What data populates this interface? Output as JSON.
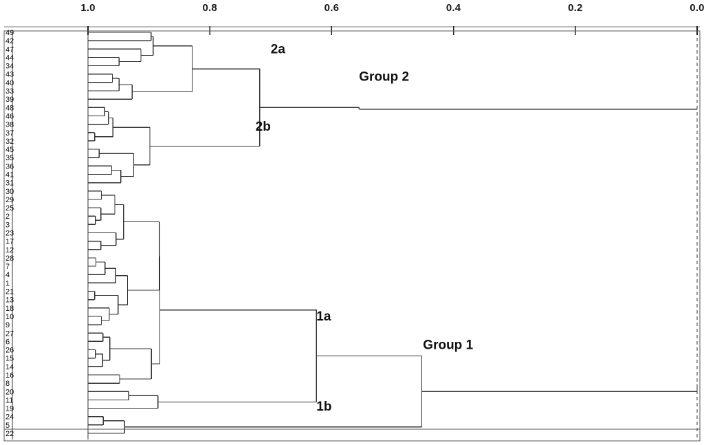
{
  "axis": {
    "ticks": [
      {
        "label": "1.0",
        "value": 1.0
      },
      {
        "label": "0.8",
        "value": 0.8
      },
      {
        "label": "0.6",
        "value": 0.6
      },
      {
        "label": "0.4",
        "value": 0.4
      },
      {
        "label": "0.2",
        "value": 0.2
      },
      {
        "label": "0.0",
        "value": 0.0
      }
    ],
    "direction": "right-to-left",
    "min": 0.0,
    "max": 1.0,
    "title": ""
  },
  "chart_data": {
    "type": "dendrogram",
    "title": "",
    "xlabel": "",
    "ylabel": "",
    "xlim": [
      1.0,
      0.0
    ],
    "orientation": "horizontal-right-to-left",
    "grid": false,
    "leaf_count": 49,
    "leaves": [
      "49",
      "42",
      "47",
      "44",
      "34",
      "43",
      "40",
      "33",
      "39",
      "48",
      "46",
      "38",
      "37",
      "32",
      "45",
      "35",
      "36",
      "41",
      "31",
      "30",
      "29",
      "25",
      "2",
      "3",
      "23",
      "17",
      "12",
      "28",
      "7",
      "4",
      "1",
      "21",
      "13",
      "18",
      "10",
      "9",
      "27",
      "6",
      "26",
      "15",
      "14",
      "16",
      "8",
      "20",
      "11",
      "19",
      "24",
      "5",
      "22"
    ],
    "annotations": [
      {
        "text": "2a",
        "similarity": 0.7,
        "leaf_index": 2.0
      },
      {
        "text": "Group 2",
        "similarity": 0.555,
        "leaf_index": 5.3
      },
      {
        "text": "2b",
        "similarity": 0.725,
        "leaf_index": 11.3
      },
      {
        "text": "1a",
        "similarity": 0.625,
        "leaf_index": 34.0
      },
      {
        "text": "Group 1",
        "similarity": 0.45,
        "leaf_index": 37.4
      },
      {
        "text": "1b",
        "similarity": 0.625,
        "leaf_index": 44.8
      }
    ],
    "links": [
      {
        "id": "n1",
        "left": "49",
        "right": "42",
        "similarity": 0.8965
      },
      {
        "id": "n2",
        "left": "44",
        "right": "34",
        "similarity": 0.949
      },
      {
        "id": "n3",
        "left": "47",
        "right": "n2",
        "similarity": 0.913
      },
      {
        "id": "n4",
        "left": "n1",
        "right": "n3",
        "similarity": 0.893
      },
      {
        "id": "n5",
        "left": "43",
        "right": "40",
        "similarity": 0.96
      },
      {
        "id": "n6",
        "left": "n5",
        "right": "33",
        "similarity": 0.949
      },
      {
        "id": "n7",
        "left": "n6",
        "right": "39",
        "similarity": 0.9275
      },
      {
        "id": "n8",
        "left": "n4",
        "right": "n7",
        "similarity": 0.829
      },
      {
        "id": "n9",
        "left": "48",
        "right": "46",
        "similarity": 0.9725
      },
      {
        "id": "n10",
        "left": "n9",
        "right": "38",
        "similarity": 0.9665
      },
      {
        "id": "n11",
        "left": "37",
        "right": "32",
        "similarity": 0.989
      },
      {
        "id": "n12",
        "left": "n10",
        "right": "n11",
        "similarity": 0.959
      },
      {
        "id": "n13",
        "left": "45",
        "right": "35",
        "similarity": 0.9815
      },
      {
        "id": "n14",
        "left": "36",
        "right": "41",
        "similarity": 0.961
      },
      {
        "id": "n15",
        "left": "n14",
        "right": "31",
        "similarity": 0.946
      },
      {
        "id": "n16",
        "left": "n13",
        "right": "n15",
        "similarity": 0.925
      },
      {
        "id": "n17",
        "left": "n12",
        "right": "n16",
        "similarity": 0.8985
      },
      {
        "id": "n18",
        "left": "n8",
        "right": "n17",
        "similarity": 0.718
      },
      {
        "id": "n19",
        "left": "n18",
        "right": "root2-stub",
        "similarity": 0.555
      },
      {
        "id": "n20",
        "left": "30",
        "right": "29",
        "similarity": 0.978
      },
      {
        "id": "n21",
        "left": "2",
        "right": "3",
        "similarity": 0.988
      },
      {
        "id": "n22",
        "left": "n21",
        "right": "25",
        "similarity": 0.979
      },
      {
        "id": "n23",
        "left": "n20",
        "right": "n22",
        "similarity": 0.956
      },
      {
        "id": "n24",
        "left": "17",
        "right": "12",
        "similarity": 0.979
      },
      {
        "id": "n25",
        "left": "n24",
        "right": "23",
        "similarity": 0.954
      },
      {
        "id": "n26",
        "left": "n23",
        "right": "n25",
        "similarity": 0.9415
      },
      {
        "id": "n27",
        "left": "28",
        "right": "7",
        "similarity": 0.987
      },
      {
        "id": "n28",
        "left": "n27",
        "right": "4",
        "similarity": 0.972
      },
      {
        "id": "n29",
        "left": "n28",
        "right": "1",
        "similarity": 0.9545
      },
      {
        "id": "n30",
        "left": "21",
        "right": "13",
        "similarity": 0.989
      },
      {
        "id": "n31",
        "left": "10",
        "right": "9",
        "similarity": 0.978
      },
      {
        "id": "n32",
        "left": "n31",
        "right": "18",
        "similarity": 0.965
      },
      {
        "id": "n33",
        "left": "n30",
        "right": "n32",
        "similarity": 0.9505
      },
      {
        "id": "n34",
        "left": "n29",
        "right": "n33",
        "similarity": 0.935
      },
      {
        "id": "n35",
        "left": "n26",
        "right": "n34",
        "similarity": 0.883
      },
      {
        "id": "n36",
        "left": "27",
        "right": "6",
        "similarity": 0.9755
      },
      {
        "id": "n37",
        "left": "26",
        "right": "15",
        "similarity": 0.988
      },
      {
        "id": "n38",
        "left": "n37",
        "right": "14",
        "similarity": 0.976
      },
      {
        "id": "n39",
        "left": "n36",
        "right": "n38",
        "similarity": 0.964
      },
      {
        "id": "n40",
        "left": "16",
        "right": "8",
        "similarity": 0.948
      },
      {
        "id": "n41",
        "left": "n39",
        "right": "n40",
        "similarity": 0.896
      },
      {
        "id": "n42",
        "left": "n35",
        "right": "n41",
        "similarity": 0.882
      },
      {
        "id": "n43",
        "left": "20",
        "right": "11",
        "similarity": 0.933
      },
      {
        "id": "n44",
        "left": "n43",
        "right": "19",
        "similarity": 0.885
      },
      {
        "id": "n45",
        "left": "24",
        "right": "5",
        "similarity": 0.975
      },
      {
        "id": "n46",
        "left": "n45",
        "right": "22",
        "similarity": 0.94
      },
      {
        "id": "n47",
        "left": "n42",
        "right": "n44",
        "similarity": 0.625
      },
      {
        "id": "n48",
        "left": "n47",
        "right": "n46",
        "similarity": 0.452
      },
      {
        "id": "n49",
        "left": "n48",
        "right": "root1-stub",
        "similarity": 0.0
      }
    ],
    "groups": [
      {
        "name": "Group 2",
        "root_similarity": 0.555,
        "members": [
          "49",
          "42",
          "47",
          "44",
          "34",
          "43",
          "40",
          "33",
          "39",
          "48",
          "46",
          "38",
          "37",
          "32",
          "45",
          "35",
          "36",
          "41",
          "31"
        ]
      },
      {
        "name": "Group 1",
        "root_similarity": 0.452,
        "members": [
          "30",
          "29",
          "25",
          "2",
          "3",
          "23",
          "17",
          "12",
          "28",
          "7",
          "4",
          "1",
          "21",
          "13",
          "18",
          "10",
          "9",
          "27",
          "6",
          "26",
          "15",
          "14",
          "16",
          "8",
          "20",
          "11",
          "19",
          "24",
          "5",
          "22"
        ]
      }
    ],
    "subclusters": [
      {
        "name": "2a",
        "root_similarity": 0.829,
        "members": [
          "49",
          "42",
          "47",
          "44",
          "34",
          "43",
          "40",
          "33",
          "39"
        ]
      },
      {
        "name": "2b",
        "root_similarity": 0.8985,
        "members": [
          "48",
          "46",
          "38",
          "37",
          "32",
          "45",
          "35",
          "36",
          "41",
          "31"
        ]
      },
      {
        "name": "1a",
        "root_similarity": 0.625,
        "members": [
          "30",
          "29",
          "25",
          "2",
          "3",
          "23",
          "17",
          "12",
          "28",
          "7",
          "4",
          "1",
          "21",
          "13",
          "18",
          "10",
          "9",
          "27",
          "6",
          "26",
          "15",
          "14",
          "16",
          "8"
        ]
      },
      {
        "name": "1b",
        "root_similarity": 0.452,
        "members": [
          "20",
          "11",
          "19",
          "24",
          "5",
          "22"
        ]
      }
    ]
  },
  "style": {
    "line_color": "#333333",
    "axis_color": "#1a1a1a",
    "border_color": "#555555",
    "dashed_color": "#333333",
    "background": "#ffffff"
  }
}
